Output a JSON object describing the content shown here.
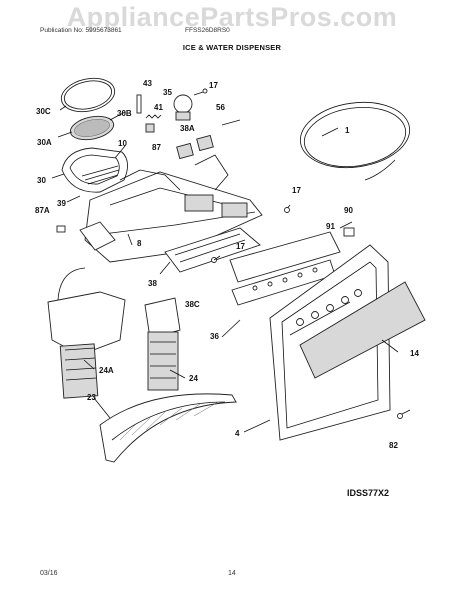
{
  "watermark": "AppliancePartsPros.com",
  "header": {
    "publication": "Publication No: 5995673861",
    "model": "FFSS26D8RS0",
    "title": "ICE & WATER DISPENSER"
  },
  "footer": {
    "date": "03/16",
    "page": "14"
  },
  "diagram_code": "IDSS77X2",
  "labels": [
    {
      "id": "43",
      "text": "43"
    },
    {
      "id": "35",
      "text": "35"
    },
    {
      "id": "17a",
      "text": "17"
    },
    {
      "id": "30C",
      "text": "30C"
    },
    {
      "id": "30B",
      "text": "30B"
    },
    {
      "id": "41",
      "text": "41"
    },
    {
      "id": "56",
      "text": "56"
    },
    {
      "id": "30A",
      "text": "30A"
    },
    {
      "id": "10",
      "text": "10"
    },
    {
      "id": "38A",
      "text": "38A"
    },
    {
      "id": "1",
      "text": "1"
    },
    {
      "id": "87",
      "text": "87"
    },
    {
      "id": "30",
      "text": "30"
    },
    {
      "id": "39",
      "text": "39"
    },
    {
      "id": "17b",
      "text": "17"
    },
    {
      "id": "87A",
      "text": "87A"
    },
    {
      "id": "90",
      "text": "90"
    },
    {
      "id": "91",
      "text": "91"
    },
    {
      "id": "8",
      "text": "8"
    },
    {
      "id": "17c",
      "text": "17"
    },
    {
      "id": "38",
      "text": "38"
    },
    {
      "id": "38C",
      "text": "38C"
    },
    {
      "id": "36",
      "text": "36"
    },
    {
      "id": "14",
      "text": "14"
    },
    {
      "id": "24A",
      "text": "24A"
    },
    {
      "id": "24",
      "text": "24"
    },
    {
      "id": "23",
      "text": "23"
    },
    {
      "id": "4",
      "text": "4"
    },
    {
      "id": "82",
      "text": "82"
    }
  ]
}
